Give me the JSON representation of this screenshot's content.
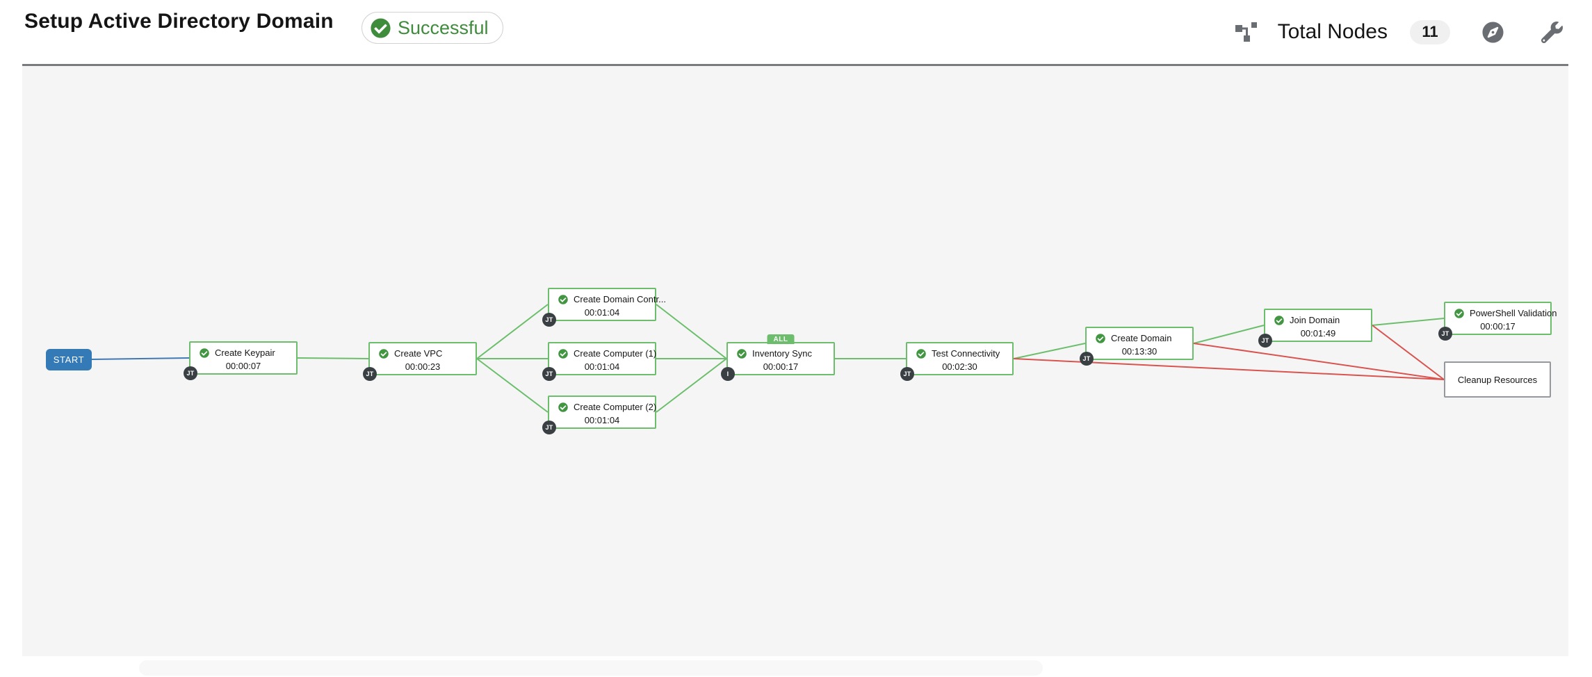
{
  "header": {
    "title": "Setup Active Directory Domain",
    "status_badge": "Successful",
    "total_nodes_label": "Total Nodes",
    "total_nodes_count": "11",
    "icons": [
      "sitemap-icon",
      "compass-icon",
      "wrench-icon"
    ]
  },
  "colors": {
    "success_edge_green": "#6cbe6c",
    "failure_edge_red": "#d9534f",
    "always_edge_blue": "#4079b2",
    "status_green": "#3f8c3c",
    "node_badge_dark": "#3a3f44",
    "start_node_blue": "#337ab7",
    "canvas_background": "#f5f5f5",
    "header_icon_gray": "#6a6e73"
  },
  "graph": {
    "start_label": "START",
    "nodes": [
      {
        "id": "create-keypair",
        "label": "Create Keypair",
        "elapsed": "00:00:07",
        "badge": "JT",
        "status": "successful"
      },
      {
        "id": "create-vpc",
        "label": "Create VPC",
        "elapsed": "00:00:23",
        "badge": "JT",
        "status": "successful"
      },
      {
        "id": "create-domain-controller",
        "label": "Create Domain Contr...",
        "elapsed": "00:01:04",
        "badge": "JT",
        "status": "successful"
      },
      {
        "id": "create-computer-1",
        "label": "Create Computer (1)",
        "elapsed": "00:01:04",
        "badge": "JT",
        "status": "successful"
      },
      {
        "id": "create-computer-2",
        "label": "Create Computer (2)",
        "elapsed": "00:01:04",
        "badge": "JT",
        "status": "successful"
      },
      {
        "id": "inventory-sync",
        "label": "Inventory Sync",
        "elapsed": "00:00:17",
        "badge": "I",
        "status": "successful",
        "convergence": "ALL"
      },
      {
        "id": "test-connectivity",
        "label": "Test Connectivity",
        "elapsed": "00:02:30",
        "badge": "JT",
        "status": "successful"
      },
      {
        "id": "create-domain",
        "label": "Create Domain",
        "elapsed": "00:13:30",
        "badge": "JT",
        "status": "successful"
      },
      {
        "id": "join-domain",
        "label": "Join Domain",
        "elapsed": "00:01:49",
        "badge": "JT",
        "status": "successful"
      },
      {
        "id": "powershell-validation",
        "label": "PowerShell Validation",
        "elapsed": "00:00:17",
        "badge": "JT",
        "status": "successful"
      },
      {
        "id": "cleanup-resources",
        "label": "Cleanup Resources",
        "status": "not-run"
      }
    ],
    "edges": [
      {
        "from": "START",
        "to": "create-keypair",
        "type": "always"
      },
      {
        "from": "create-keypair",
        "to": "create-vpc",
        "type": "success"
      },
      {
        "from": "create-vpc",
        "to": "create-domain-controller",
        "type": "success"
      },
      {
        "from": "create-vpc",
        "to": "create-computer-1",
        "type": "success"
      },
      {
        "from": "create-vpc",
        "to": "create-computer-2",
        "type": "success"
      },
      {
        "from": "create-domain-controller",
        "to": "inventory-sync",
        "type": "success"
      },
      {
        "from": "create-computer-1",
        "to": "inventory-sync",
        "type": "success"
      },
      {
        "from": "create-computer-2",
        "to": "inventory-sync",
        "type": "success"
      },
      {
        "from": "inventory-sync",
        "to": "test-connectivity",
        "type": "success"
      },
      {
        "from": "test-connectivity",
        "to": "create-domain",
        "type": "success"
      },
      {
        "from": "test-connectivity",
        "to": "cleanup-resources",
        "type": "failure"
      },
      {
        "from": "create-domain",
        "to": "join-domain",
        "type": "success"
      },
      {
        "from": "create-domain",
        "to": "cleanup-resources",
        "type": "failure"
      },
      {
        "from": "join-domain",
        "to": "powershell-validation",
        "type": "success"
      },
      {
        "from": "join-domain",
        "to": "cleanup-resources",
        "type": "failure"
      }
    ]
  }
}
